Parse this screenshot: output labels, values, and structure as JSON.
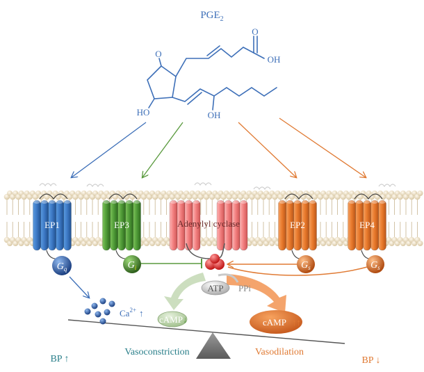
{
  "title": "PGE",
  "title_subscript": "2",
  "molecule": {
    "o_label": "O",
    "oh_label": "OH",
    "oh_acid_o": "O",
    "ho_label": "HO",
    "oh_side_label": "OH"
  },
  "receptors": [
    {
      "label": "EP1",
      "g_protein": "G",
      "g_sub": "q",
      "color": "#3f7fcf"
    },
    {
      "label": "EP3",
      "g_protein": "G",
      "g_sub": "i",
      "color": "#4f9a37"
    },
    {
      "label": "EP2",
      "g_protein": "G",
      "g_sub": "s",
      "color": "#e8792b"
    },
    {
      "label": "EP4",
      "g_protein": "G",
      "g_sub": "s",
      "color": "#e8792b"
    }
  ],
  "adenylyl_cyclase": "Adenylyl cyclase",
  "atp": "ATP",
  "ppi": "PPi",
  "calcium": {
    "label": "Ca",
    "sup": "2+",
    "arrow": "↑"
  },
  "camp_low": {
    "label": "cAMP",
    "arrow": "↓"
  },
  "camp_high": {
    "label": "cAMP",
    "arrow": "↑↑"
  },
  "vasoconstriction": "Vasoconstriction",
  "vasodilation": "Vasodilation",
  "bp_up": "BP ↑",
  "bp_down": "BP ↓",
  "colors": {
    "blue": "#3d6fb8",
    "green": "#5a9a3e",
    "orange": "#e07a33",
    "teal": "#2a7f8a",
    "membrane": "#e8dcc3"
  }
}
